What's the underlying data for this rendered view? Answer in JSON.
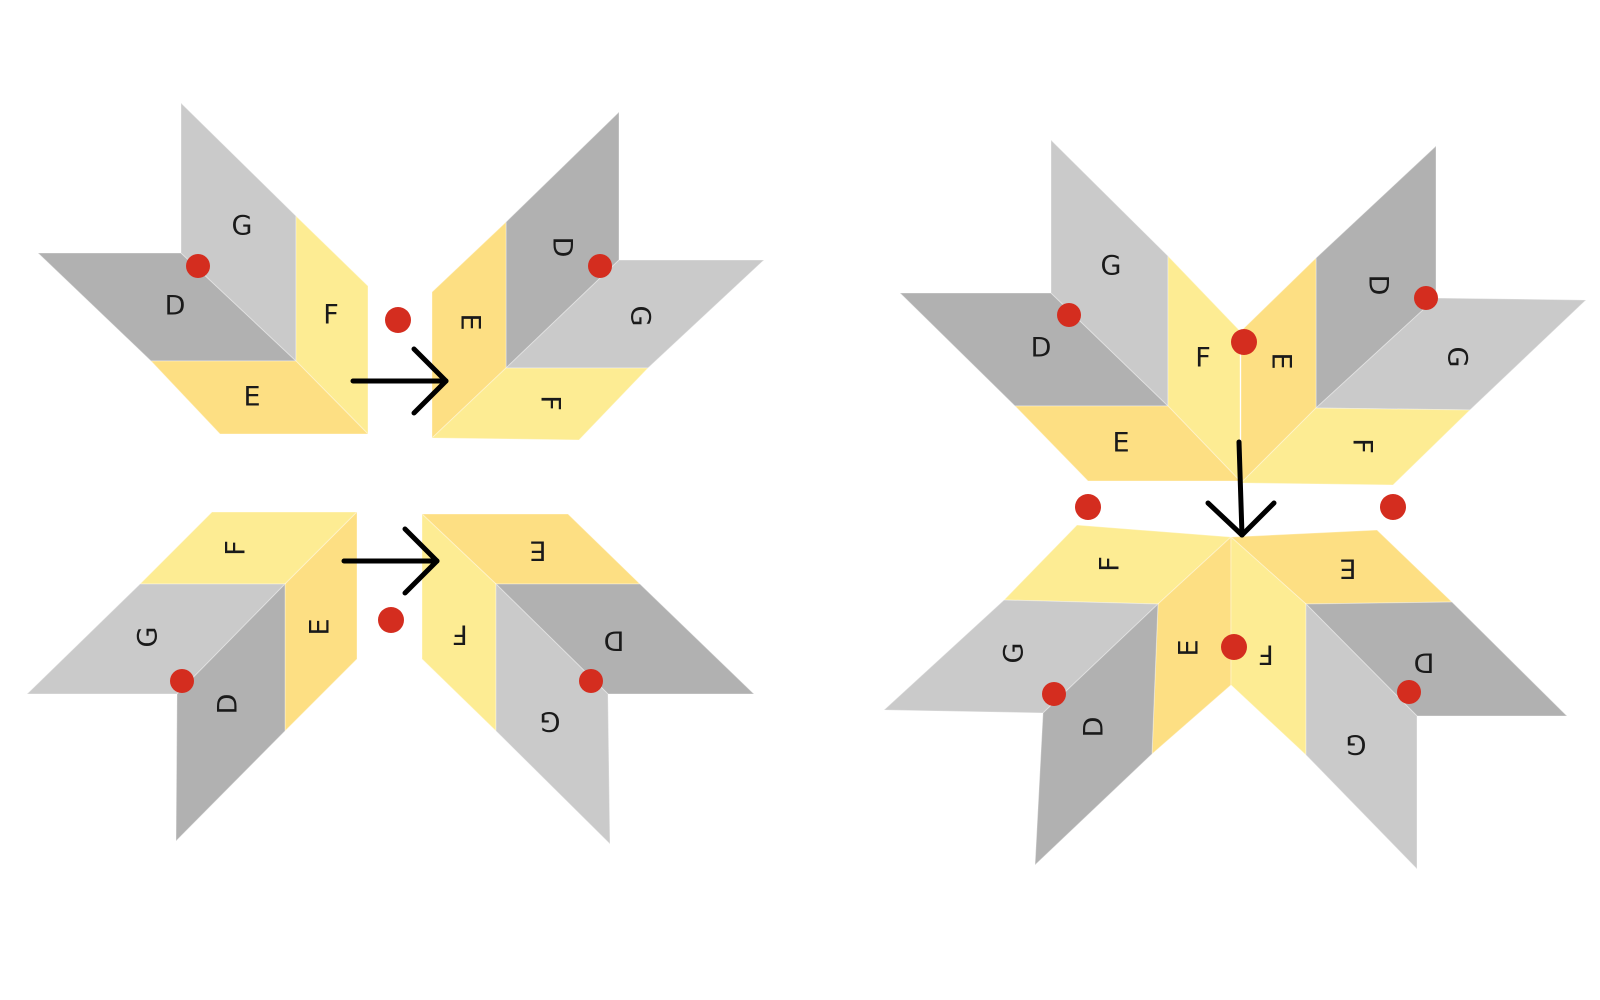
{
  "labels": {
    "d": "D",
    "e": "E",
    "f": "F",
    "g": "G"
  },
  "colors": {
    "background": "#ffffff",
    "gray_dark": "#b1b1b1",
    "gray_light": "#cacaca",
    "yellow_light": "#fdec93",
    "yellow_dark": "#fddf83",
    "dot": "#d42d1f",
    "arrow": "#000000"
  },
  "figures": [
    {
      "name": "left-figure",
      "description_free": true,
      "units": [
        "upper-left",
        "upper-right",
        "lower-left",
        "lower-right"
      ]
    },
    {
      "name": "right-figure",
      "description_free": true,
      "units": [
        "upper-left",
        "upper-right",
        "lower-left",
        "lower-right"
      ]
    }
  ]
}
